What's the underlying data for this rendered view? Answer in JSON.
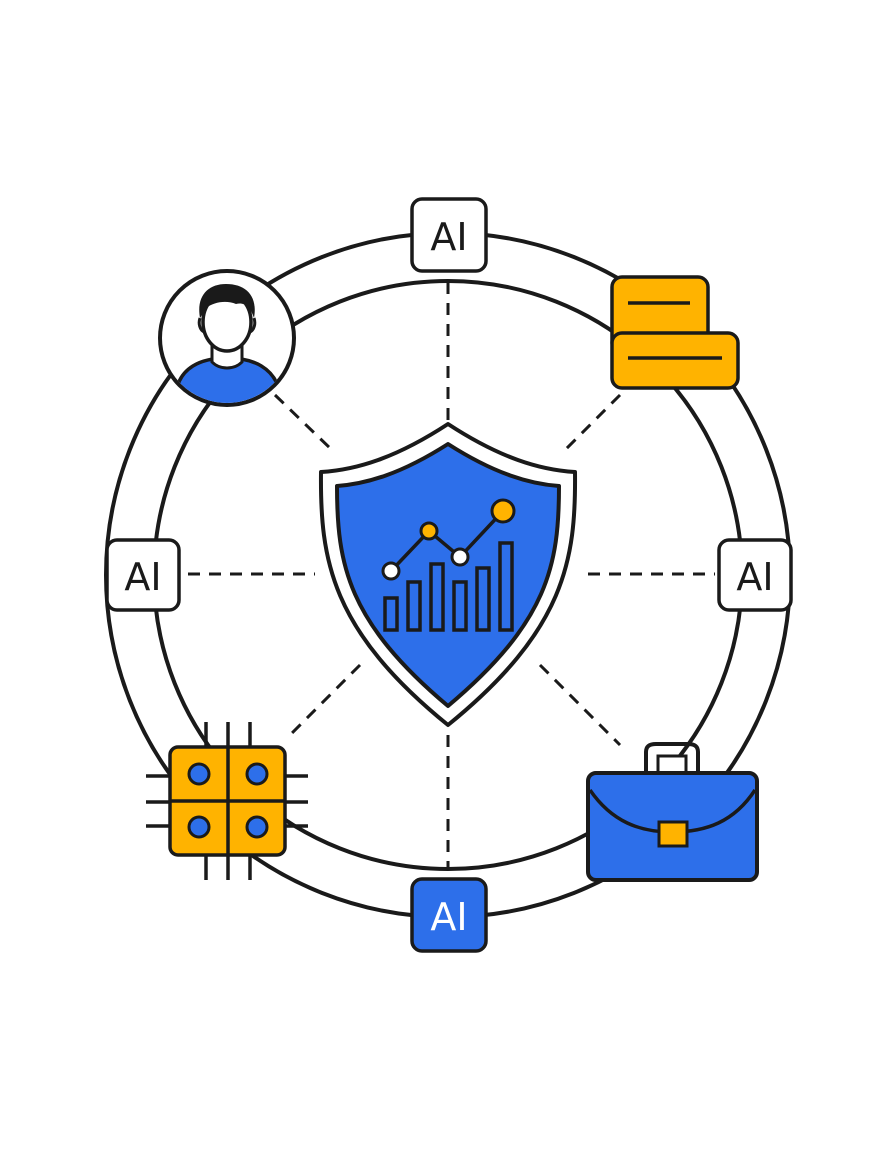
{
  "ai_nodes": [
    {
      "label": "AI"
    },
    {
      "label": "AI"
    },
    {
      "label": "AI"
    },
    {
      "label": "AI"
    }
  ],
  "icons": {
    "center": "shield-chart-icon",
    "top_left": "user-avatar-icon",
    "top_right": "stacked-documents-icon",
    "bottom_left": "chip-icon",
    "bottom_right": "briefcase-icon"
  },
  "colors": {
    "blue": "#2D6FEA",
    "yellow": "#FFB300",
    "outline": "#1A1A1A",
    "white": "#FFFFFF"
  }
}
